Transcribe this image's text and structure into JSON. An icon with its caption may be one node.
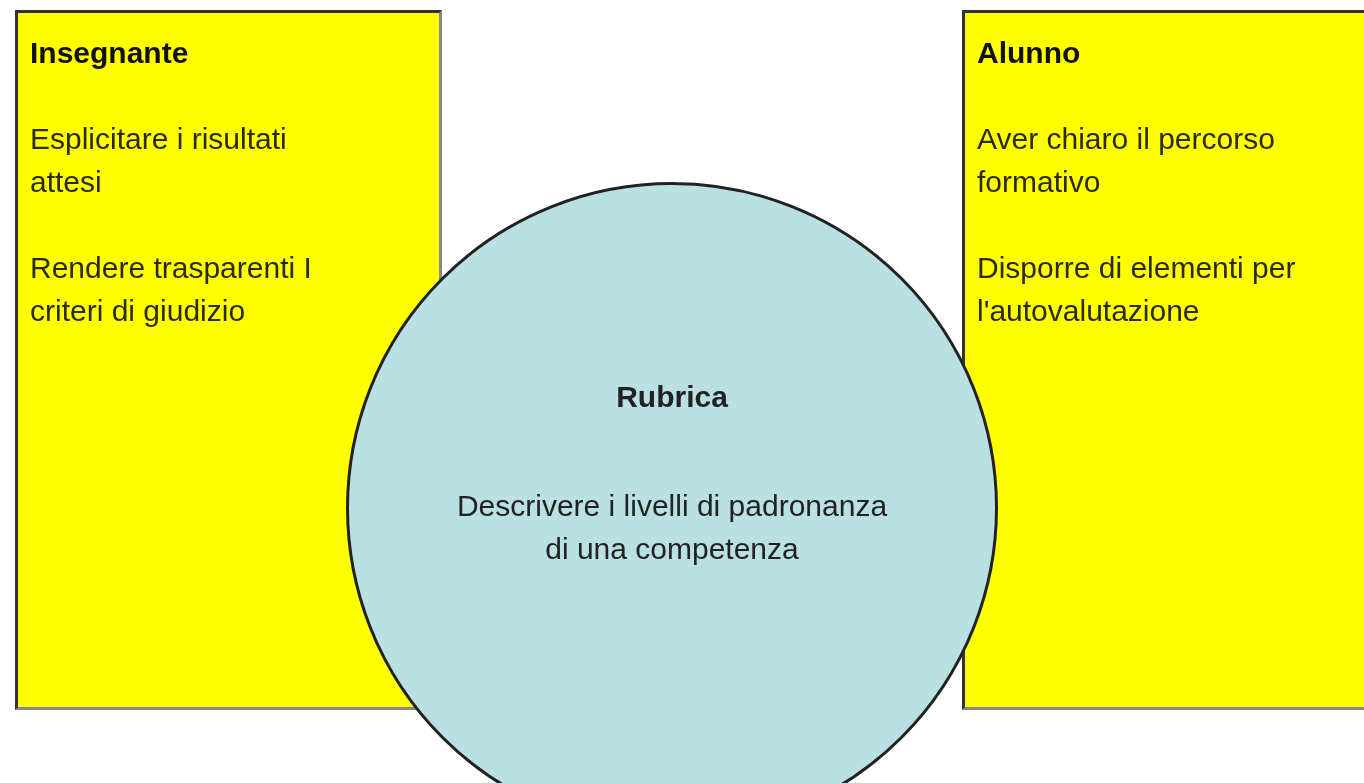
{
  "diagram": {
    "nodes": [
      {
        "text": [
          "Insegnante",
          "Esplicitare i risultati attesi",
          "Rendere trasparenti I criteri di giudizio"
        ]
      },
      {
        "text": [
          "Rubrica",
          "Descrivere i livelli di padronanza di una competenza"
        ]
      },
      {
        "text": [
          "Alunno",
          "Aver chiaro il percorso formativo",
          "Disporre di elementi per l'autovalutazione"
        ]
      }
    ],
    "edges": []
  }
}
